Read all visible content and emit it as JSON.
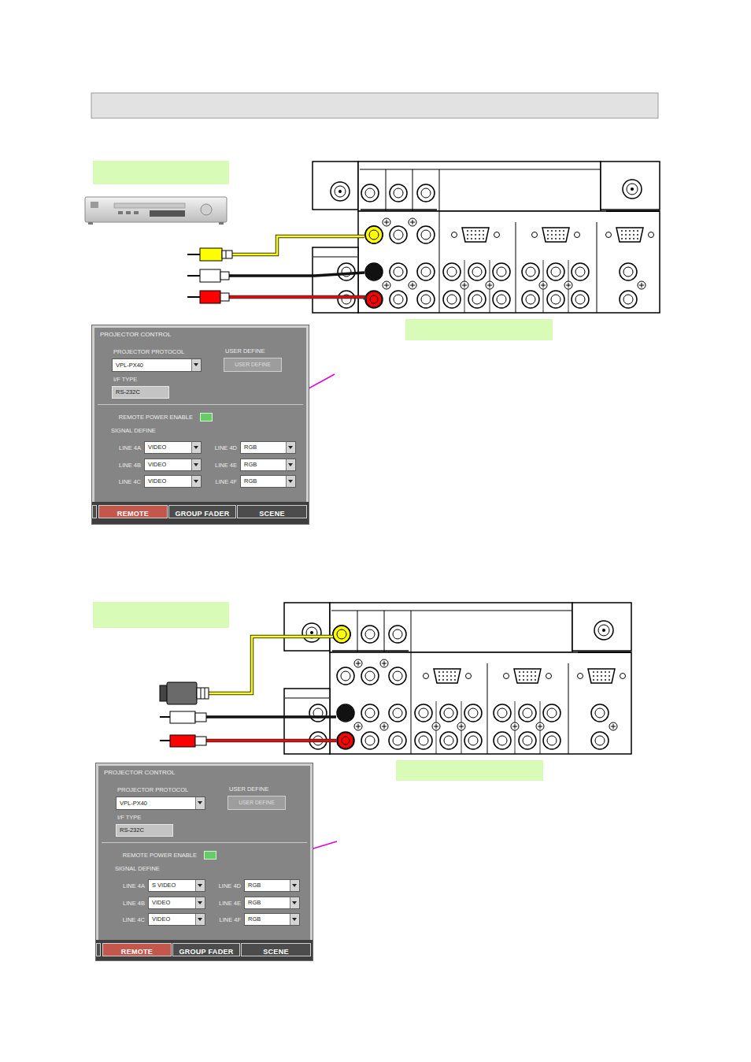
{
  "diagram": {
    "nodes": [
      {
        "text": [
          "PROJECTOR CONTROL"
        ]
      },
      {
        "text": [
          "PROJECTOR PROTOCOL",
          "VPL-PX40"
        ],
        "in": 0
      },
      {
        "text": [
          "USER DEFINE",
          "USER DEFINE"
        ],
        "in": 0
      },
      {
        "text": [
          "I/F TYPE",
          "RS-232C"
        ],
        "in": 0
      },
      {
        "text": [
          "REMOTE POWER ENABLE"
        ],
        "in": 0
      },
      {
        "text": [
          "LINE 4A",
          "VIDEO"
        ],
        "in": 0
      },
      {
        "text": [
          "LINE 4D",
          "RGB"
        ],
        "in": 0
      },
      {
        "text": [
          "LINE 4B",
          "VIDEO"
        ],
        "in": 0
      },
      {
        "text": [
          "LINE 4E",
          "RGB"
        ],
        "in": 0
      },
      {
        "text": [
          "LINE 4C",
          "VIDEO"
        ],
        "in": 0
      },
      {
        "text": [
          "LINE 4F",
          "RGB"
        ],
        "in": 0
      },
      {
        "text": [
          "REMOTE"
        ],
        "in": 0
      },
      {
        "text": [
          "GROUP FADER"
        ],
        "in": 0
      },
      {
        "text": [
          "SCENE"
        ],
        "in": 0
      },
      {
        "text": [
          "PROJECTOR CONTROL"
        ]
      },
      {
        "text": [
          "PROJECTOR PROTOCOL",
          "VPL-PX40"
        ],
        "in": 14
      },
      {
        "text": [
          "USER DEFINE",
          "USER DEFINE"
        ],
        "in": 14
      },
      {
        "text": [
          "I/F TYPE",
          "RS-232C"
        ],
        "in": 14
      },
      {
        "text": [
          "REMOTE POWER ENABLE"
        ],
        "in": 14
      },
      {
        "text": [
          "LINE 4A",
          "S VIDEO"
        ],
        "in": 14
      },
      {
        "text": [
          "LINE 4D",
          "RGB"
        ],
        "in": 14
      },
      {
        "text": [
          "LINE 4B",
          "VIDEO"
        ],
        "in": 14
      },
      {
        "text": [
          "LINE 4E",
          "RGB"
        ],
        "in": 14
      },
      {
        "text": [
          "LINE 4C",
          "VIDEO"
        ],
        "in": 14
      },
      {
        "text": [
          "LINE 4F",
          "RGB"
        ],
        "in": 14
      },
      {
        "text": [
          "REMOTE"
        ],
        "in": 14
      },
      {
        "text": [
          "GROUP FADER"
        ],
        "in": 14
      },
      {
        "text": [
          "SCENE"
        ],
        "in": 14
      }
    ],
    "labels": [
      "SIGNAL DEFINE",
      "SIGNAL DEFINE"
    ]
  }
}
